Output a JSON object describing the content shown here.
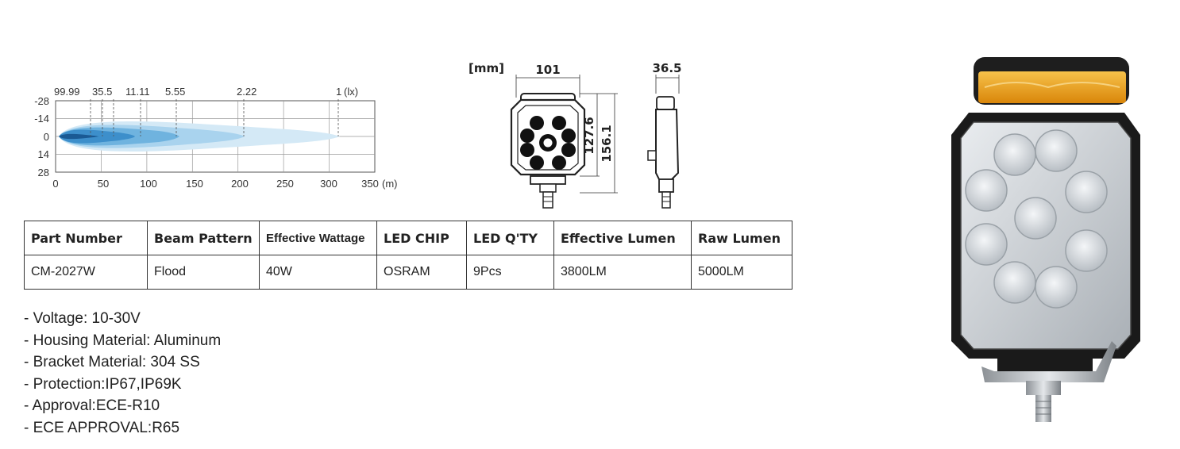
{
  "beam_chart": {
    "y_ticks": [
      "-28",
      "-14",
      "0",
      "14",
      "28"
    ],
    "x_ticks": [
      "0",
      "50",
      "100",
      "150",
      "200",
      "250",
      "300",
      "350"
    ],
    "x_unit": "(m)",
    "lux_levels": [
      "99.99",
      "35.5",
      "11.11",
      "5.55",
      "2.22",
      "1"
    ],
    "lux_unit": "(lx)"
  },
  "dimensions": {
    "unit_label": "[mm]",
    "width": "101",
    "depth": "36.5",
    "height_body": "127.6",
    "height_total": "156.1"
  },
  "spec_table": {
    "headers": [
      "Part Number",
      "Beam Pattern",
      "Effective Wattage",
      "LED CHIP",
      "LED Q'TY",
      "Effective Lumen",
      "Raw Lumen"
    ],
    "row": [
      "CM-2027W",
      "Flood",
      "40W",
      "OSRAM",
      "9Pcs",
      "3800LM",
      "5000LM"
    ]
  },
  "features": [
    "- Voltage: 10-30V",
    "- Housing Material: Aluminum",
    "- Bracket Material: 304 SS",
    "- Protection:IP67,IP69K",
    "- Approval:ECE-R10",
    "- ECE APPROVAL:R65"
  ],
  "colors": {
    "amber": "#f2a516",
    "housing": "#1c1c1c",
    "beam_light": "#cfe6f5",
    "beam_dark": "#1a6fae"
  }
}
